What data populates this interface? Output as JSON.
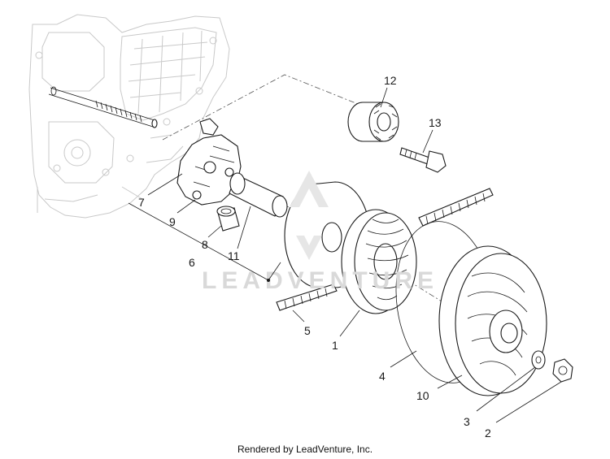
{
  "diagram": {
    "callouts": [
      {
        "id": "1",
        "label": "1"
      },
      {
        "id": "2",
        "label": "2"
      },
      {
        "id": "3",
        "label": "3"
      },
      {
        "id": "4",
        "label": "4"
      },
      {
        "id": "5",
        "label": "5"
      },
      {
        "id": "6",
        "label": "6"
      },
      {
        "id": "7",
        "label": "7"
      },
      {
        "id": "8",
        "label": "8"
      },
      {
        "id": "9",
        "label": "9"
      },
      {
        "id": "10",
        "label": "10"
      },
      {
        "id": "11",
        "label": "11"
      },
      {
        "id": "12",
        "label": "12"
      },
      {
        "id": "13",
        "label": "13"
      }
    ],
    "watermark": "LEADVENTURE",
    "caption": "Rendered by LeadVenture, Inc."
  },
  "colors": {
    "line": "#1a1a1a",
    "ghost": "#c9c9c9",
    "background": "#ffffff"
  }
}
